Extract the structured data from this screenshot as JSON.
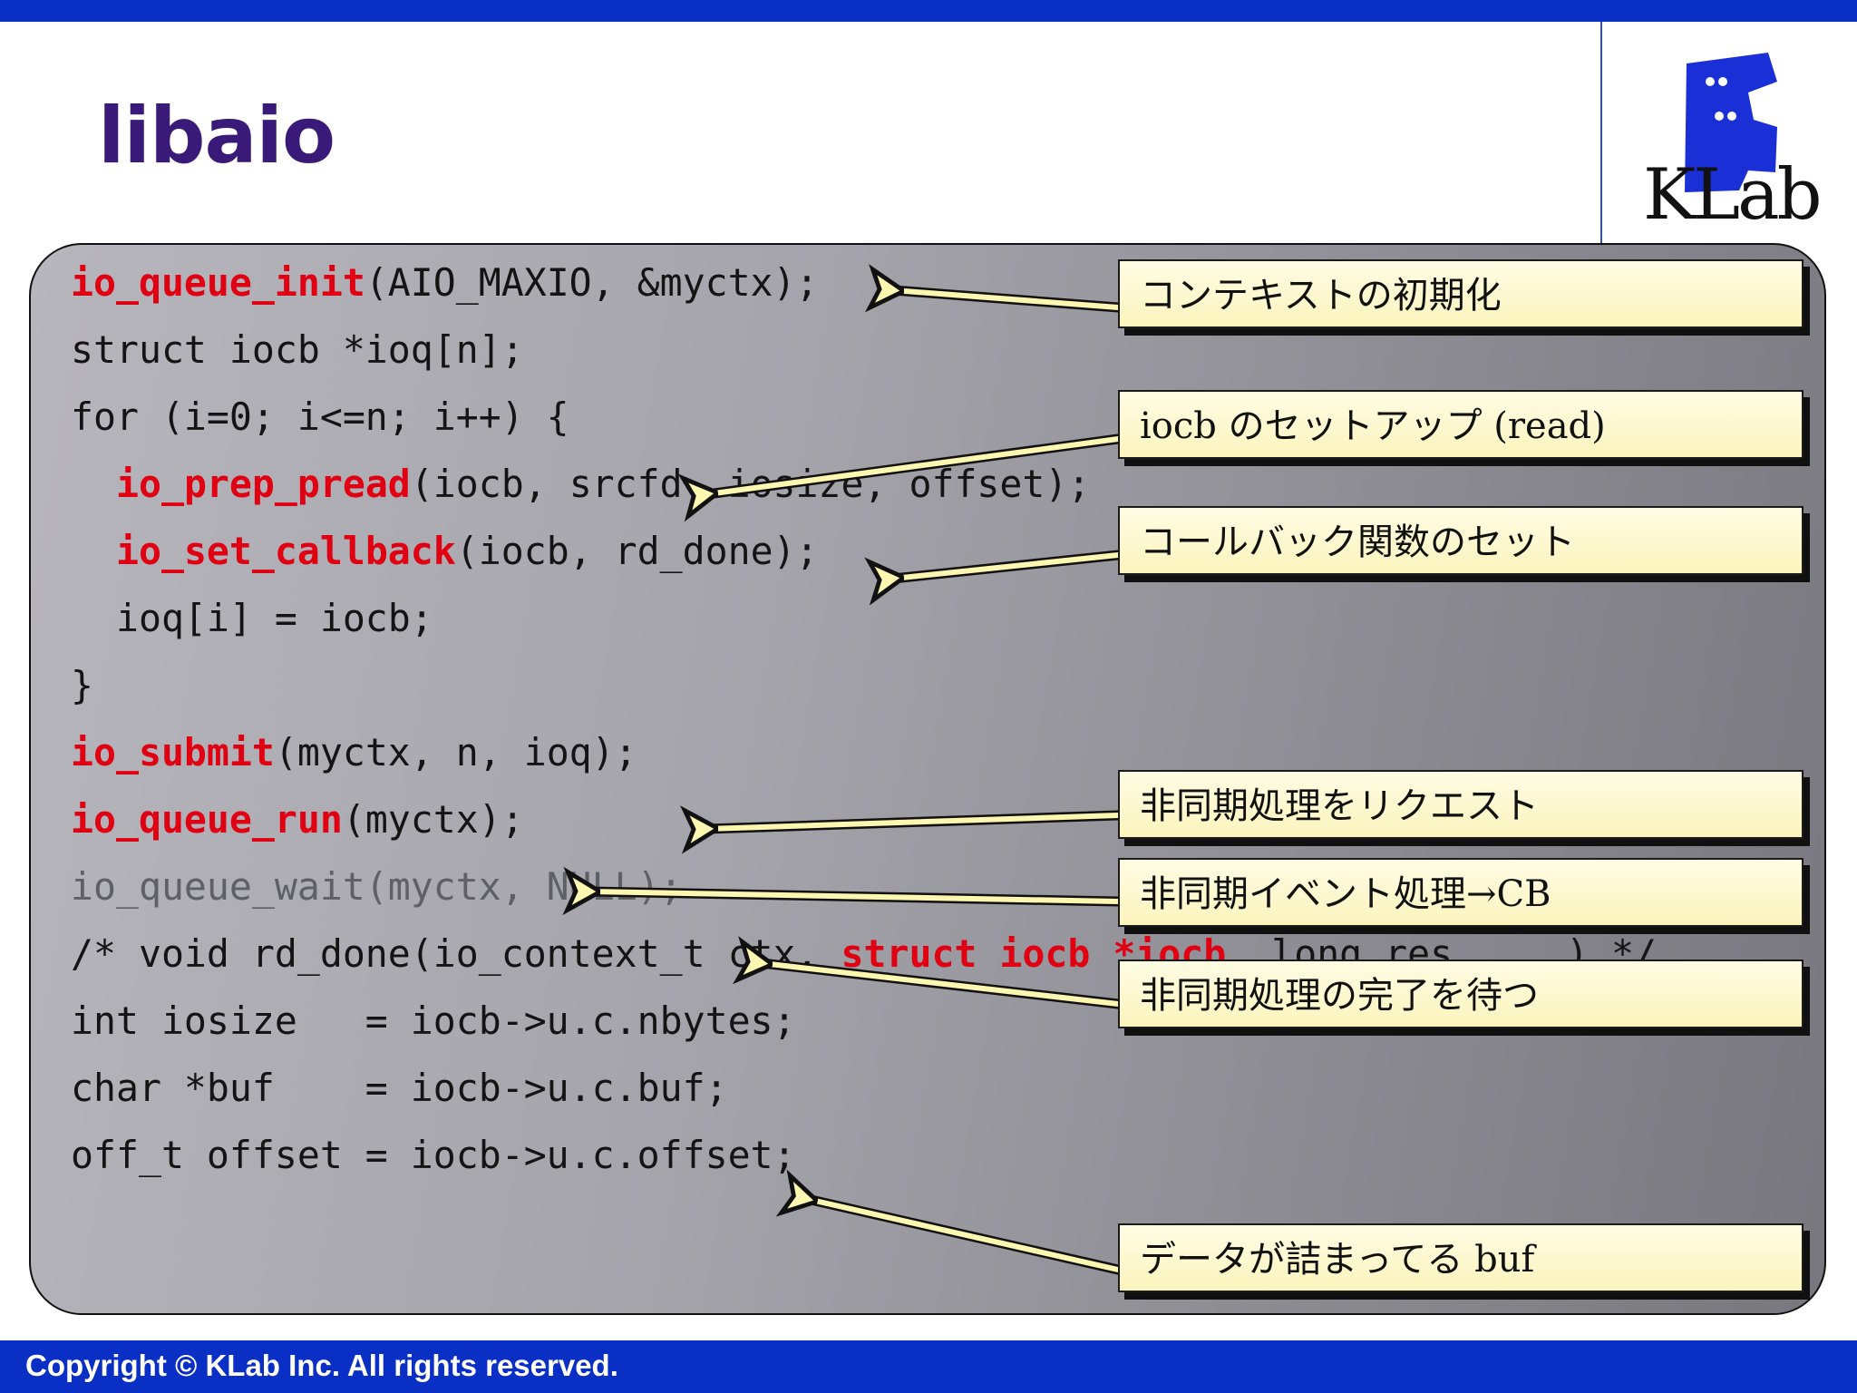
{
  "title": "libaio",
  "logo": {
    "text": "KLab"
  },
  "footer": {
    "copyright": "Copyright © KLab Inc. All rights reserved."
  },
  "code": {
    "lines": [
      {
        "kw": "io_queue_init",
        "rest": "(AIO_MAXIO, &myctx);"
      },
      {
        "text": "struct iocb *ioq[n];"
      },
      {
        "text": "for (i=0; i<=n; i++) {"
      },
      {
        "indent": "  ",
        "kw": "io_prep_pread",
        "rest": "(iocb, srcfd, iosize, offset);"
      },
      {
        "indent": "  ",
        "kw": "io_set_callback",
        "rest": "(iocb, rd_done);"
      },
      {
        "text": "  ioq[i] = iocb;"
      },
      {
        "text": "}"
      },
      {
        "kw": "io_submit",
        "rest": "(myctx, n, ioq);"
      },
      {
        "kw": "io_queue_run",
        "rest": "(myctx);"
      },
      {
        "text": "io_queue_wait(myctx, NULL);"
      },
      {
        "pre": "/* void rd_done(io_context_t ctx, ",
        "kw": "struct iocb *iocb",
        "rest": ", long res, ...) */"
      },
      {
        "text": "int iosize   = iocb->u.c.nbytes;"
      },
      {
        "text": "char *buf    = iocb->u.c.buf;"
      },
      {
        "text": "off_t offset = iocb->u.c.offset;"
      }
    ]
  },
  "callouts": [
    "コンテキストの初期化",
    "iocb のセットアップ (read)",
    "コールバック関数のセット",
    "非同期処理をリクエスト",
    "非同期イベント処理→CB",
    "非同期処理の完了を待つ",
    "データが詰まってる buf"
  ]
}
